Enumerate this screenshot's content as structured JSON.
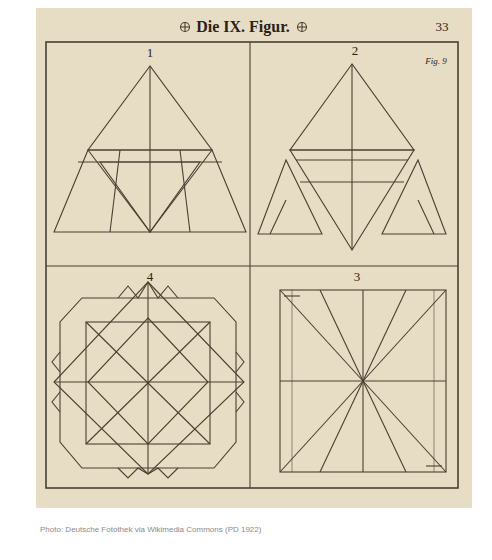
{
  "diagram": {
    "title": "Die IX. Figur.",
    "caption": "Photo: Deutsche Fotothek via Wikimedia Commons (PD 1922)",
    "labels": [
      "33",
      "Fig. 9",
      "1",
      "2",
      "4",
      "3"
    ]
  }
}
